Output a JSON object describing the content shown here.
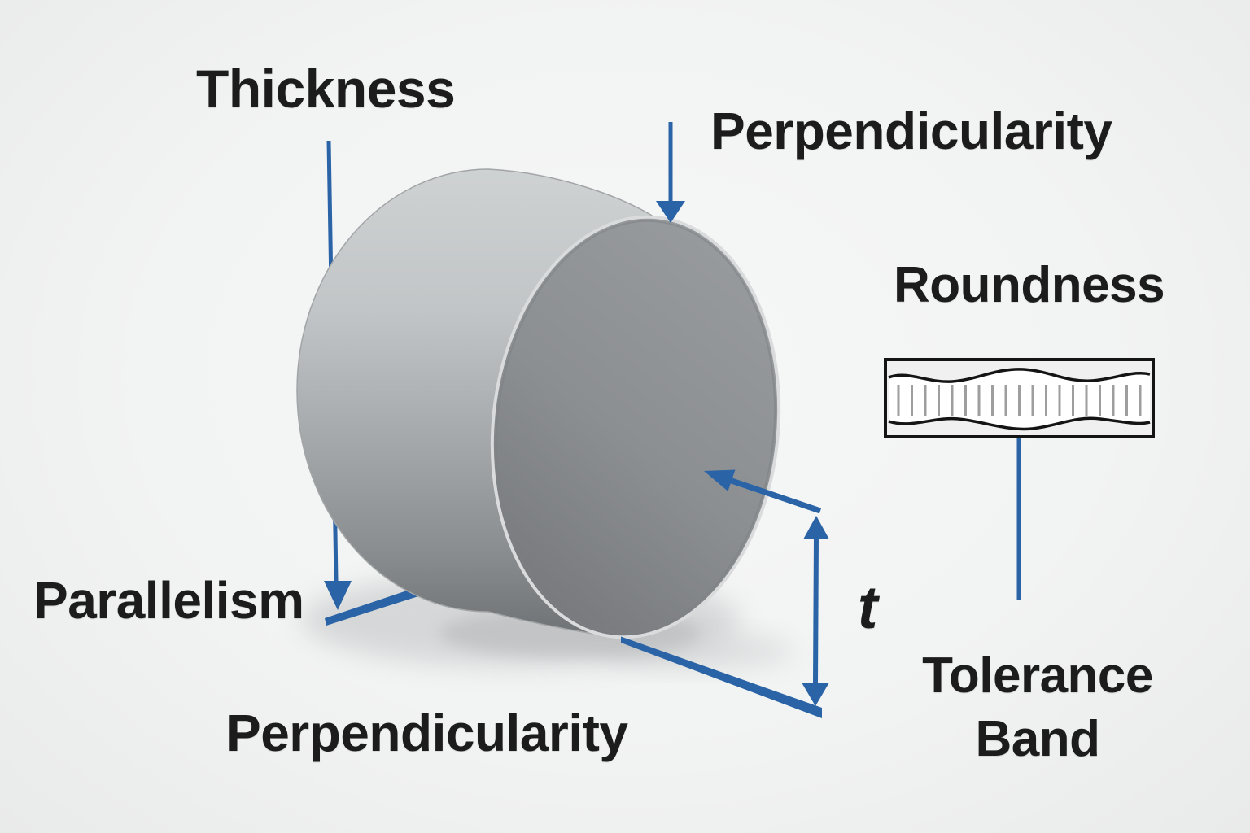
{
  "diagram": {
    "title_context": "disc geometric tolerance diagram",
    "labels": {
      "thickness": "Thickness",
      "perpendicularity_top": "Perpendicularity",
      "roundness": "Roundness",
      "parallelism": "Parallelism",
      "perpendicularity_bottom": "Perpendicularity",
      "tolerance_band_line1": "Tolerance",
      "tolerance_band_line2": "Band",
      "dimension_t": "t"
    },
    "icons": {
      "tolerance_band_icon": "rectangle with two wavy tolerance-limit lines and vertical hatching",
      "arrow_icons": [
        "down-arrow-icon",
        "up-left-arrow-icon",
        "double-vertical-arrow-icon"
      ]
    },
    "colors": {
      "accent_blue": "#2a63a6",
      "text": "#1c1c1c",
      "background": "#f2f3f3",
      "cylinder_face_mid": "#8c8f92",
      "cylinder_side_light": "#cfd2d3",
      "cylinder_side_dark": "#6d7072",
      "band_outline": "#141414",
      "band_hatch": "#9e9e9e"
    }
  }
}
